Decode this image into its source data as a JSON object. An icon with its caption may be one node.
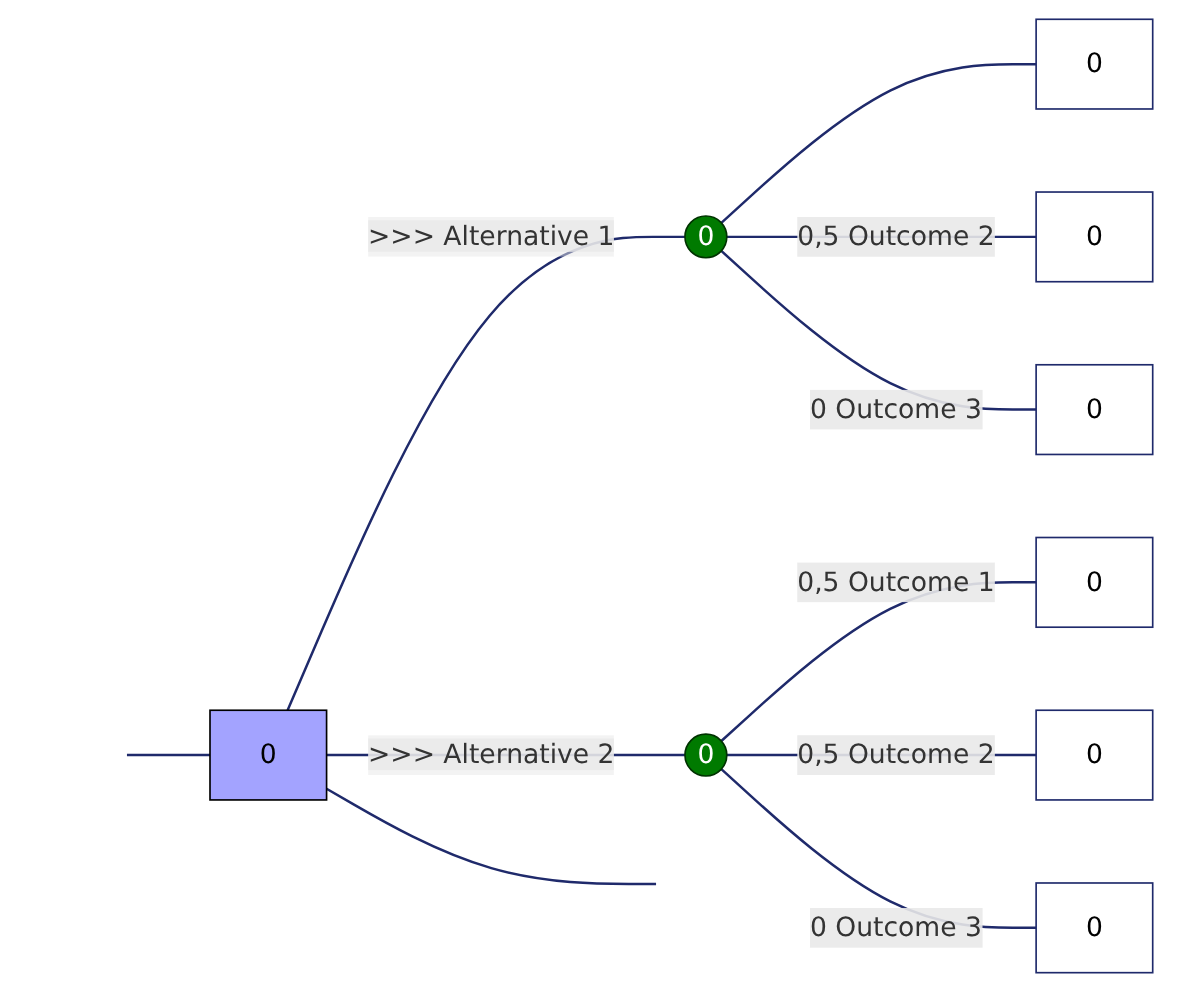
{
  "diagram": {
    "nodes": [
      {
        "text": [
          "0"
        ]
      },
      {
        "text": [
          "0"
        ]
      },
      {
        "text": [
          "0"
        ]
      },
      {
        "text": [
          "0"
        ]
      },
      {
        "text": [
          "0"
        ]
      },
      {
        "text": [
          "0"
        ]
      },
      {
        "text": [
          "0"
        ]
      },
      {
        "text": [
          "0"
        ]
      },
      {
        "text": [
          "0"
        ]
      }
    ],
    "edges": [
      {
        "from": null,
        "to": 0,
        "arrow": "none"
      },
      {
        "from": 0,
        "to": 1,
        "arrow": "none",
        "label": ">>> Alternative 1"
      },
      {
        "from": 1,
        "to": 3,
        "arrow": "none"
      },
      {
        "from": 1,
        "to": 4,
        "arrow": "none",
        "label": "0,5 Outcome 2"
      },
      {
        "from": 1,
        "to": 5,
        "arrow": "none",
        "label": "0 Outcome 3"
      },
      {
        "from": 0,
        "to": 2,
        "arrow": "none",
        "label": ">>> Alternative 2"
      },
      {
        "from": 2,
        "to": 6,
        "arrow": "none",
        "label": "0,5 Outcome 1"
      },
      {
        "from": 2,
        "to": 7,
        "arrow": "none",
        "label": "0,5 Outcome 2"
      },
      {
        "from": 2,
        "to": 8,
        "arrow": "none",
        "label": "0 Outcome 3"
      },
      {
        "from": 0,
        "to": null,
        "arrow": "none"
      }
    ]
  }
}
